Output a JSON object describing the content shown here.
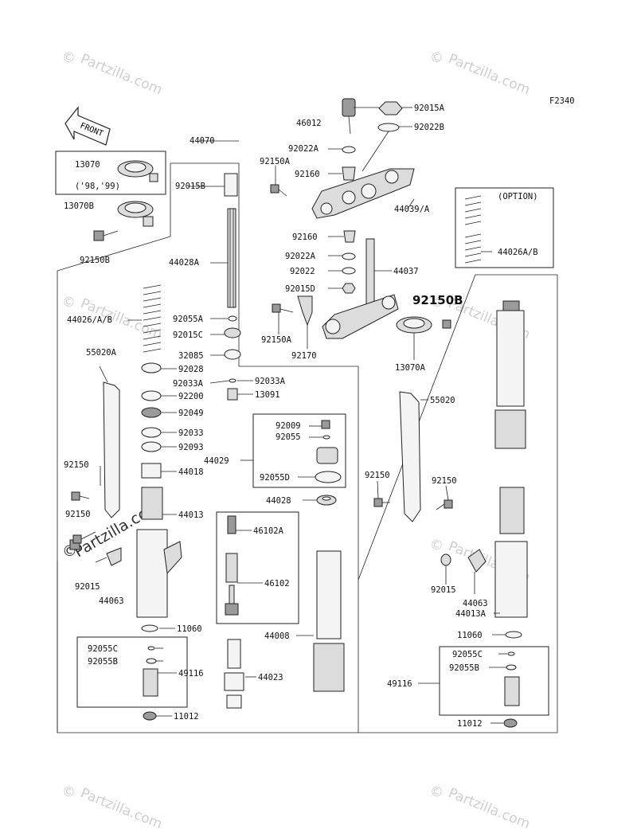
{
  "diagram": {
    "figure_code": "F2340",
    "front_label": "FRONT",
    "option_label": "(OPTION)",
    "years_label": "('98,'99)",
    "watermark_text": "Partzilla.com",
    "watermark_symbol": "©"
  },
  "labels": {
    "l_13070": "13070",
    "l_13070B": "13070B",
    "l_92150B": "92150B",
    "l_44070": "44070",
    "l_92015B": "92015B",
    "l_44028A": "44028A",
    "l_92150A_top": "92150A",
    "l_46012": "46012",
    "l_92015A": "92015A",
    "l_92022B": "92022B",
    "l_92022A_top": "92022A",
    "l_92160_top": "92160",
    "l_44039": "44039/A",
    "l_92160_mid": "92160",
    "l_92022A_mid": "92022A",
    "l_92022": "92022",
    "l_44037": "44037",
    "l_92015D": "92015D",
    "l_92150B_big": "92150B",
    "l_92150A_mid": "92150A",
    "l_92170": "92170",
    "l_13070A": "13070A",
    "l_44026AB_opt": "44026A/B",
    "l_44026AB": "44026/A/B",
    "l_92055A": "92055A",
    "l_92015C": "92015C",
    "l_32085": "32085",
    "l_92028": "92028",
    "l_92033A_l": "92033A",
    "l_92033A_r": "92033A",
    "l_92200": "92200",
    "l_13091": "13091",
    "l_92049": "92049",
    "l_92009": "92009",
    "l_92055": "92055",
    "l_92033": "92033",
    "l_92093": "92093",
    "l_44029": "44029",
    "l_44018": "44018",
    "l_92055D": "92055D",
    "l_44028": "44028",
    "l_55020A": "55020A",
    "l_55020": "55020",
    "l_92150_l1": "92150",
    "l_92150_l2": "92150",
    "l_92150_r1": "92150",
    "l_92150_r2": "92150",
    "l_44013": "44013",
    "l_46102A": "46102A",
    "l_46102": "46102",
    "l_92015_l": "92015",
    "l_44063_l": "44063",
    "l_92015_r": "92015",
    "l_44063_r": "44063",
    "l_44013A": "44013A",
    "l_11060_l": "11060",
    "l_11060_r": "11060",
    "l_44008": "44008",
    "l_92055C_l": "92055C",
    "l_92055B_l": "92055B",
    "l_49116_l": "49116",
    "l_44023": "44023",
    "l_11012_l": "11012",
    "l_92055C_r": "92055C",
    "l_92055B_r": "92055B",
    "l_49116_r": "49116",
    "l_11012_r": "11012"
  }
}
